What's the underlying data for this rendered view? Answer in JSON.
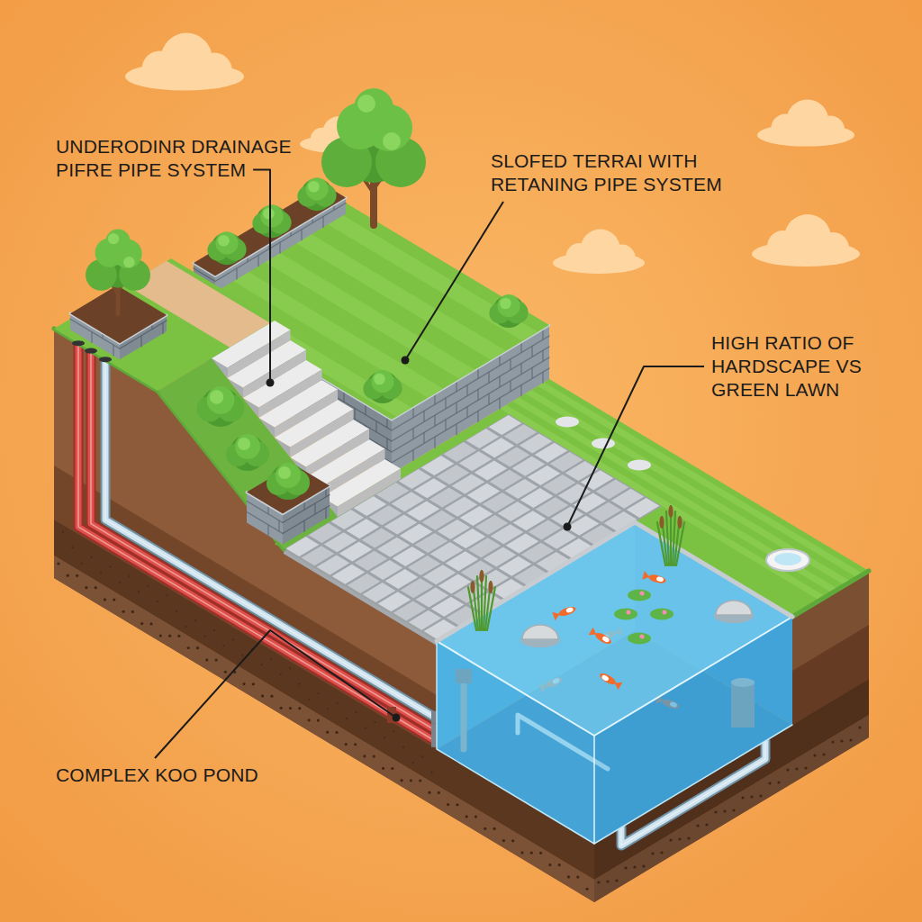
{
  "diagram": {
    "labels": [
      "UNDERODINR DRAINAGE PIFRE PIPE SYSTEM",
      "SLOFED TERRAI WITH RETANING PIPE SYSTEM",
      "HIGH RATIO OF HARDSCAPE VS GREEN LAWN",
      "COMPLEX KOO POND"
    ]
  }
}
